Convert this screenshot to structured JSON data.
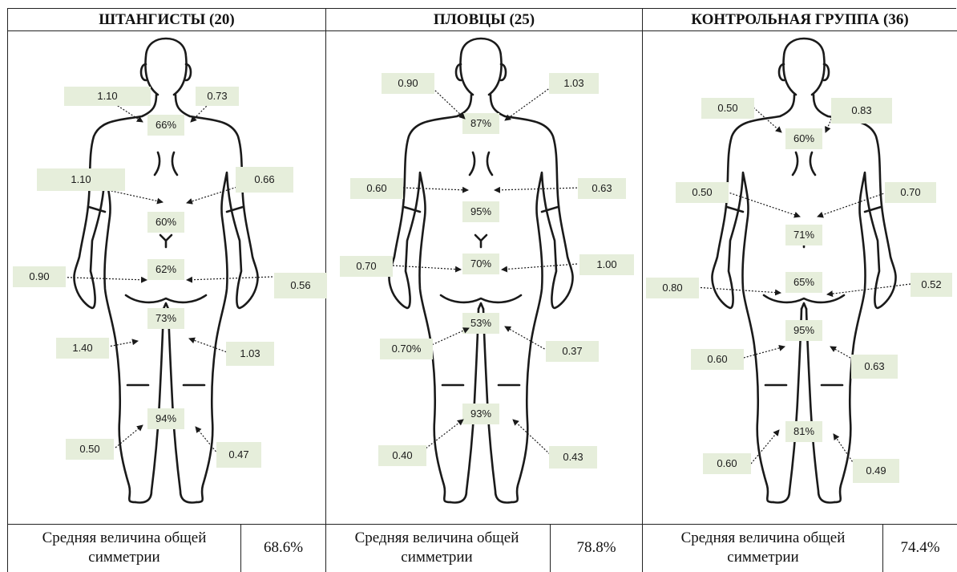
{
  "colors": {
    "label_fill": "#e6eedb",
    "body_outline": "#1a1a1a",
    "arrow": "#1a1a1a",
    "grid_line": "#222222"
  },
  "icons": {
    "figure": "human-body-outline-icon",
    "arrow": "dotted-arrow-icon"
  },
  "panels": [
    {
      "id": "weightlifters",
      "title": "ШТАНГИСТЫ (20)",
      "summary_label": "Средняя величина общей симметрии",
      "summary_value": "68.6%",
      "zones": [
        {
          "zone": "neck",
          "percent": "66%",
          "left": "1.10",
          "right": "0.73"
        },
        {
          "zone": "chest",
          "percent": "60%",
          "left": "1.10",
          "right": "0.66"
        },
        {
          "zone": "pelvis",
          "percent": "62%",
          "left": "0.90",
          "right": "0.56"
        },
        {
          "zone": "thigh",
          "percent": "73%",
          "left": "1.40",
          "right": "1.03"
        },
        {
          "zone": "shin",
          "percent": "94%",
          "left": "0.50",
          "right": "0.47"
        }
      ]
    },
    {
      "id": "swimmers",
      "title": "ПЛОВЦЫ (25)",
      "summary_label": "Средняя величина общей симметрии",
      "summary_value": "78.8%",
      "zones": [
        {
          "zone": "neck",
          "percent": "87%",
          "left": "0.90",
          "right": "1.03"
        },
        {
          "zone": "chest",
          "percent": "95%",
          "left": "0.60",
          "right": "0.63"
        },
        {
          "zone": "pelvis",
          "percent": "70%",
          "left": "0.70",
          "right": "1.00"
        },
        {
          "zone": "thigh",
          "percent": "53%",
          "left": "0.70%",
          "right": "0.37"
        },
        {
          "zone": "shin",
          "percent": "93%",
          "left": "0.40",
          "right": "0.43"
        }
      ]
    },
    {
      "id": "control",
      "title": "КОНТРОЛЬНАЯ ГРУППА (36)",
      "summary_label": "Средняя величина общей симметрии",
      "summary_value": "74.4%",
      "zones": [
        {
          "zone": "neck",
          "percent": "60%",
          "left": "0.50",
          "right": "0.83"
        },
        {
          "zone": "chest",
          "percent": "71%",
          "left": "0.50",
          "right": "0.70"
        },
        {
          "zone": "pelvis",
          "percent": "65%",
          "left": "0.80",
          "right": "0.52"
        },
        {
          "zone": "thigh",
          "percent": "95%",
          "left": "0.60",
          "right": "0.63"
        },
        {
          "zone": "shin",
          "percent": "81%",
          "left": "0.60",
          "right": "0.49"
        }
      ]
    }
  ]
}
